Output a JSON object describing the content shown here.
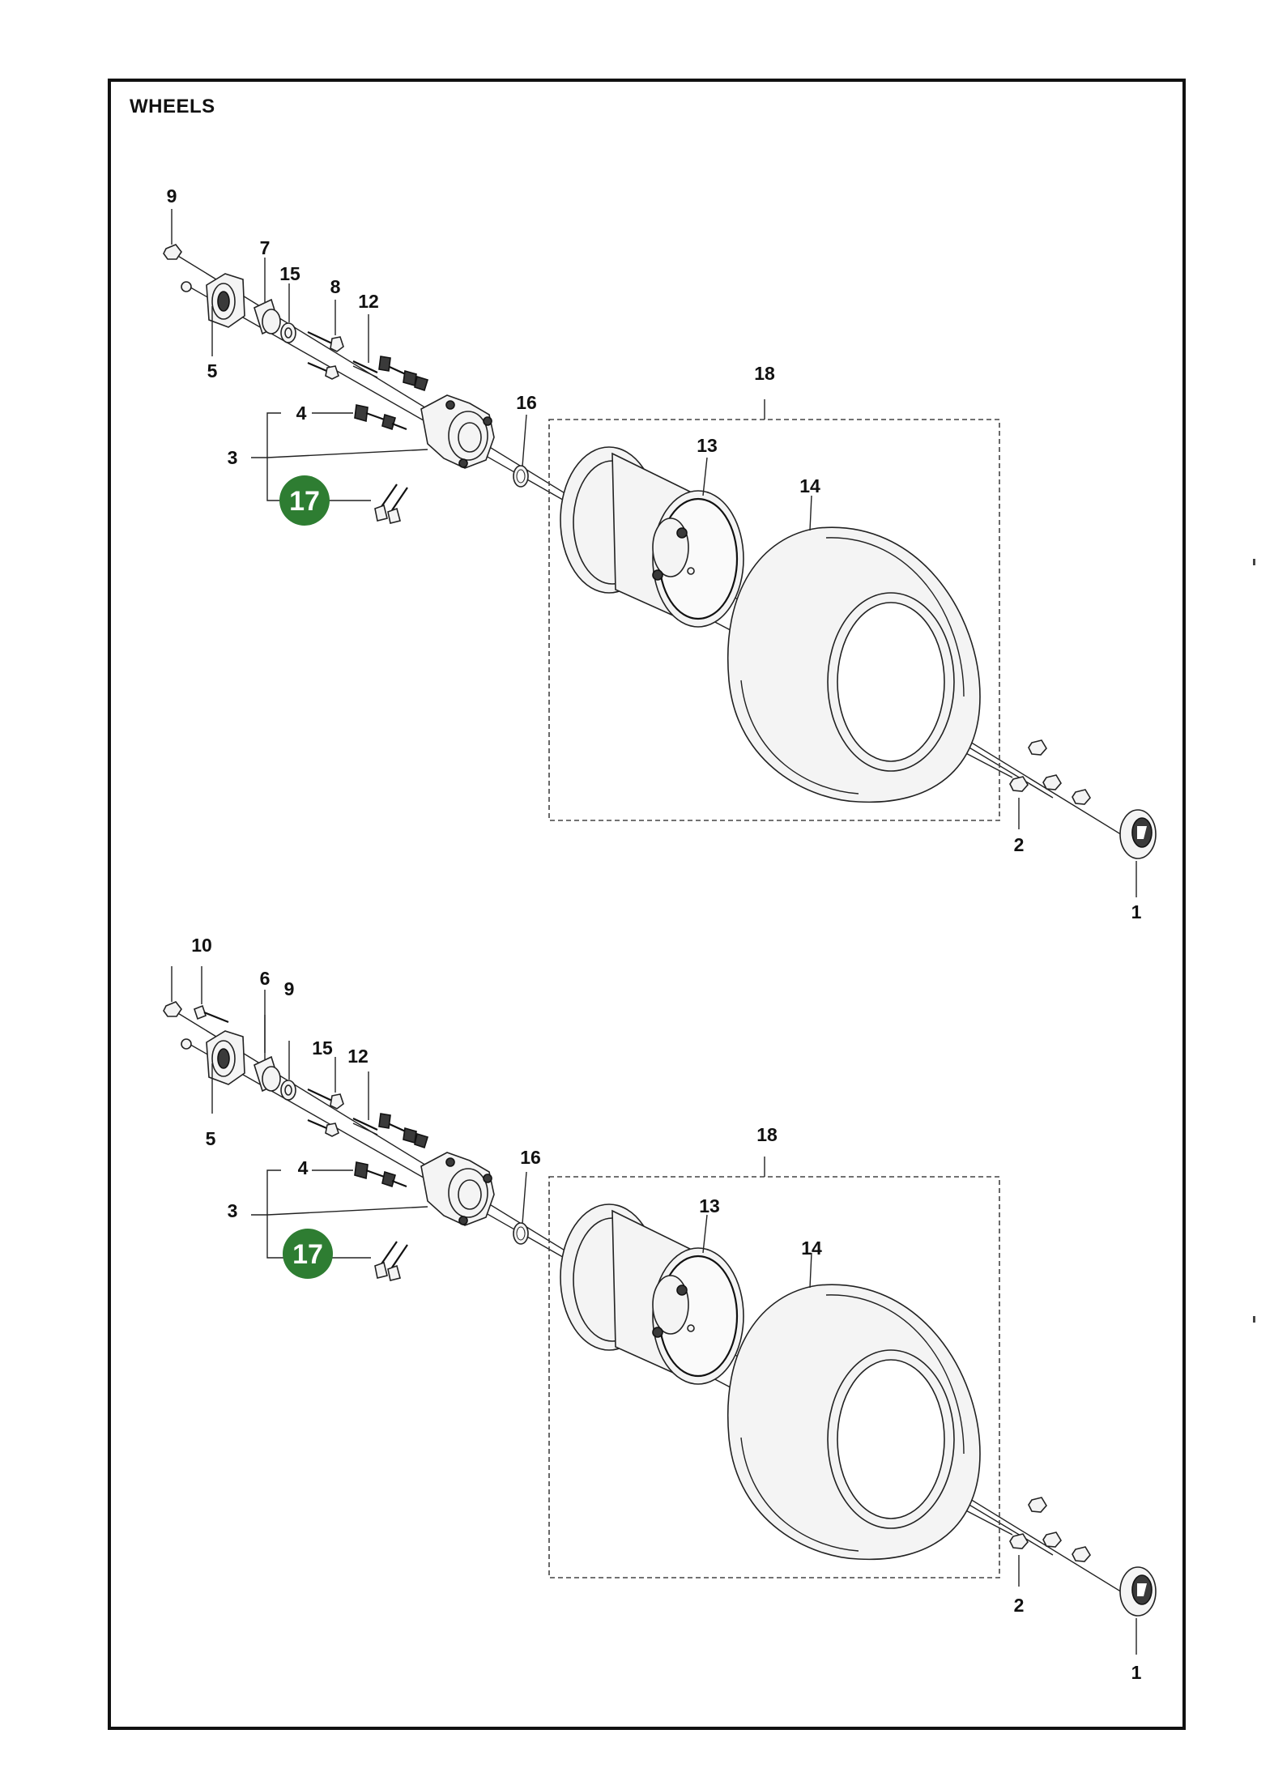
{
  "title": "WHEELS",
  "callouts_top": {
    "c1": "1",
    "c2": "2",
    "c3": "3",
    "c4": "4",
    "c5": "5",
    "c7": "7",
    "c8": "8",
    "c9": "9",
    "c12": "12",
    "c13": "13",
    "c14": "14",
    "c15": "15",
    "c16": "16",
    "c17": "17",
    "c18": "18"
  },
  "callouts_bottom": {
    "c1": "1",
    "c2": "2",
    "c3": "3",
    "c4": "4",
    "c5": "5",
    "c6": "6",
    "c9": "9",
    "c10": "10",
    "c12": "12",
    "c13": "13",
    "c14": "14",
    "c15": "15",
    "c16": "16",
    "c17": "17",
    "c18": "18"
  },
  "colors": {
    "highlight_badge": "#2e7d32",
    "line": "#111111"
  }
}
